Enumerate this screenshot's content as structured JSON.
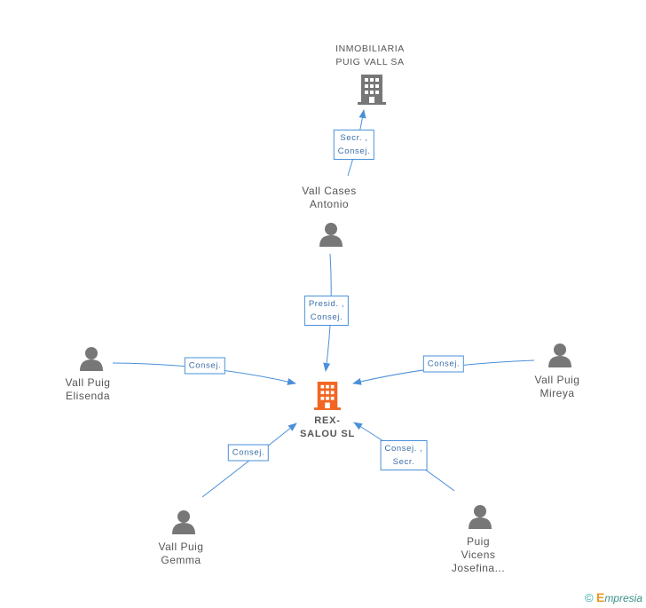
{
  "nodes": {
    "inmobiliaria": {
      "label": "INMOBILIARIA\nPUIG VALL SA",
      "type": "company"
    },
    "rex_salou": {
      "label": "REX-\nSALOU SL",
      "type": "company-main"
    },
    "vall_cases": {
      "label": "Vall Cases\nAntonio",
      "type": "person"
    },
    "vall_puig_elisenda": {
      "label": "Vall Puig\nElisenda",
      "type": "person"
    },
    "vall_puig_mireya": {
      "label": "Vall Puig\nMireya",
      "type": "person"
    },
    "vall_puig_gemma": {
      "label": "Vall Puig\nGemma",
      "type": "person"
    },
    "puig_vicens": {
      "label": "Puig\nVicens\nJosefina...",
      "type": "person"
    }
  },
  "edges": {
    "e1": {
      "label": "Secr. ,\nConsej."
    },
    "e2": {
      "label": "Presid. ,\nConsej."
    },
    "e3": {
      "label": "Consej."
    },
    "e4": {
      "label": "Consej."
    },
    "e5": {
      "label": "Consej."
    },
    "e6": {
      "label": "Consej. ,\nSecr."
    }
  },
  "colors": {
    "edge": "#4a90d9",
    "person_icon": "#777777",
    "company_icon": "#777777",
    "main_company_icon": "#f26522"
  },
  "footer": {
    "copyright": "©",
    "brand_initial": "E",
    "brand_rest": "mpresia"
  }
}
